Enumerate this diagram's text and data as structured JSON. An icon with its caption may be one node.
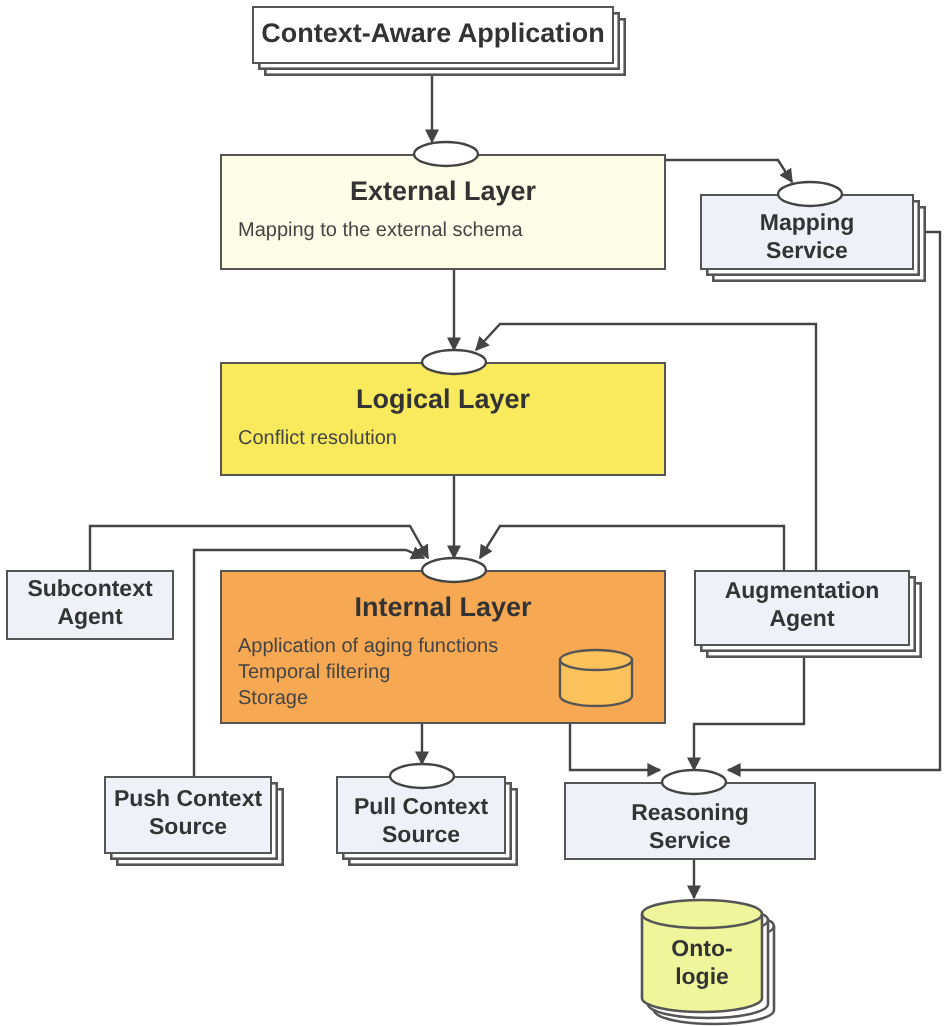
{
  "diagram": {
    "nodes": [
      {
        "text": [
          "Context-Aware Application"
        ]
      },
      {
        "text": [
          "External Layer",
          "Mapping to the external schema"
        ]
      },
      {
        "text": [
          "Mapping Service"
        ]
      },
      {
        "text": [
          "Logical Layer",
          "Conflict resolution"
        ]
      },
      {
        "text": [
          "Subcontext Agent"
        ]
      },
      {
        "text": [
          "Internal Layer",
          "Application of aging functions",
          "Temporal filtering",
          "Storage"
        ]
      },
      {
        "text": [
          "Augmentation Agent"
        ]
      },
      {
        "text": [
          "Push Context Source"
        ]
      },
      {
        "text": [
          "Pull Context Source"
        ]
      },
      {
        "text": [
          "Reasoning Service"
        ]
      },
      {
        "text": [
          "Onto- logie"
        ]
      }
    ],
    "edges": [
      {
        "from": 0,
        "to": 1,
        "arrow": "to"
      },
      {
        "from": 1,
        "to": 2,
        "arrow": "to"
      },
      {
        "from": 1,
        "to": 3,
        "arrow": "to"
      },
      {
        "from": 2,
        "to": 9,
        "arrow": "to"
      },
      {
        "from": 6,
        "to": 3,
        "arrow": "to"
      },
      {
        "from": 3,
        "to": 5,
        "arrow": "to"
      },
      {
        "from": 4,
        "to": 5,
        "arrow": "to"
      },
      {
        "from": 6,
        "to": 5,
        "arrow": "to"
      },
      {
        "from": 7,
        "to": 5,
        "arrow": "to"
      },
      {
        "from": 5,
        "to": 8,
        "arrow": "to"
      },
      {
        "from": 5,
        "to": 9,
        "arrow": "to"
      },
      {
        "from": 6,
        "to": 9,
        "arrow": "to"
      },
      {
        "from": 9,
        "to": 10,
        "arrow": "to"
      }
    ]
  }
}
